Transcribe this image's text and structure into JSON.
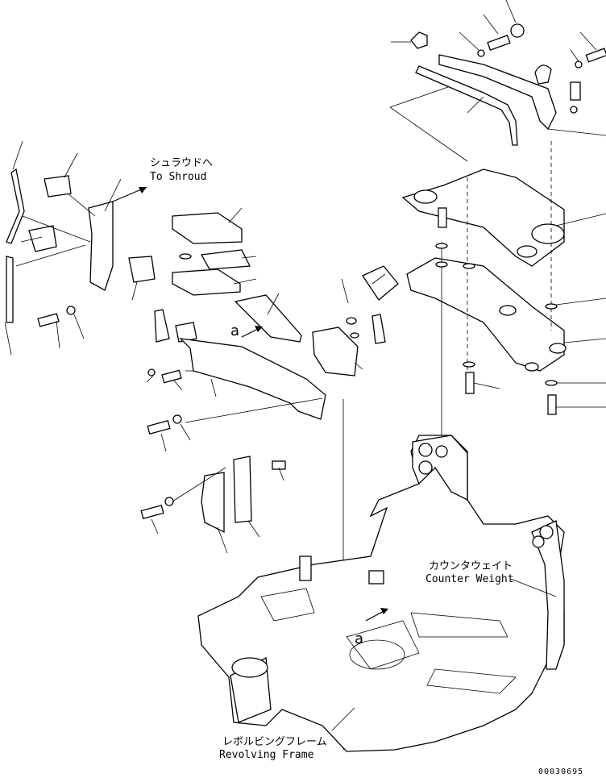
{
  "labels": {
    "shroud_jp": "シュラウドへ",
    "shroud_en": "To Shroud",
    "counter_jp": "カウンタウェイト",
    "counter_en": "Counter Weight",
    "frame_jp": "レボルビングフレーム",
    "frame_en": "Revolving Frame",
    "ref_a_1": "a",
    "ref_a_2": "a",
    "drawing_number": "00030695"
  }
}
